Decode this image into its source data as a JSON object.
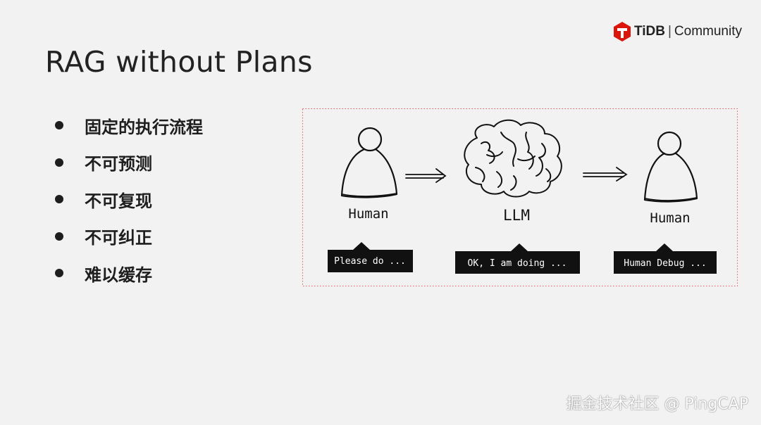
{
  "logo": {
    "brand": "TiDB",
    "separator": "|",
    "community": "Community"
  },
  "title": "RAG without Plans",
  "bullets": [
    "固定的执行流程",
    "不可预测",
    "不可复现",
    "不可纠正",
    "难以缓存"
  ],
  "diagram": {
    "nodes": [
      {
        "label": "Human",
        "tag": "Please do ..."
      },
      {
        "label": "LLM",
        "tag": "OK, I am doing ..."
      },
      {
        "label": "Human",
        "tag": "Human Debug ..."
      }
    ],
    "border_color": "#e05a5a"
  },
  "watermark": "掘金技术社区 @ PingCAP",
  "colors": {
    "background": "#f2f2f2",
    "tidb_red": "#dc150b",
    "tag_bg": "#111111"
  }
}
